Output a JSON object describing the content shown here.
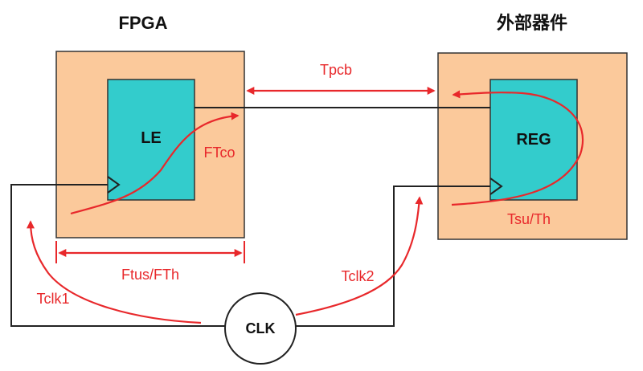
{
  "titles": {
    "left": "FPGA",
    "right": "外部器件"
  },
  "blocks": {
    "le": "LE",
    "reg": "REG",
    "clk": "CLK"
  },
  "timing_labels": {
    "tpcb": "Tpcb",
    "ftco": "FTco",
    "tsu_th": "Tsu/Th",
    "ftus_fth": "Ftus/FTh",
    "tclk1": "Tclk1",
    "tclk2": "Tclk2"
  },
  "colors": {
    "outer_box": "#fbc99b",
    "inner_box": "#33cccc",
    "timing_red": "#e8282b",
    "wire": "#222222"
  }
}
